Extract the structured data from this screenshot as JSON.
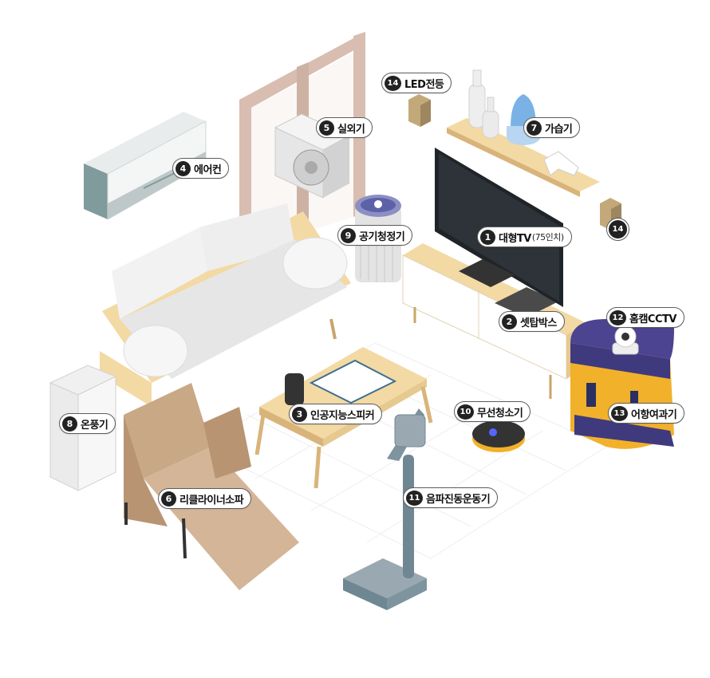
{
  "labels": {
    "l1": {
      "num": "1",
      "text": "대형TV",
      "sub": "(75인치)"
    },
    "l2": {
      "num": "2",
      "text": "셋탑박스"
    },
    "l3": {
      "num": "3",
      "text": "인공지능스피커"
    },
    "l4": {
      "num": "4",
      "text": "에어컨"
    },
    "l5": {
      "num": "5",
      "text": "실외기"
    },
    "l6": {
      "num": "6",
      "text": "리클라이너소파"
    },
    "l7": {
      "num": "7",
      "text": "가습기"
    },
    "l8": {
      "num": "8",
      "text": "온풍기"
    },
    "l9": {
      "num": "9",
      "text": "공기청정기"
    },
    "l10": {
      "num": "10",
      "text": "무선청소기"
    },
    "l11": {
      "num": "11",
      "text": "음파진동운동기"
    },
    "l12": {
      "num": "12",
      "text": "홈캠CCTV"
    },
    "l13": {
      "num": "13",
      "text": "어항여과기"
    },
    "l14": {
      "num": "14",
      "text": "LED전등"
    },
    "l14b": {
      "num": "14"
    }
  },
  "colors": {
    "wood": "#f3d9a4",
    "sofa": "#ececec",
    "recliner": "#c9a886",
    "tv_screen": "#2d3338",
    "aquarium": "#3f3a7e",
    "aquarium_water": "#f2b12b",
    "humidifier": "#7ab2e6",
    "vibration_machine": "#6f8793"
  }
}
